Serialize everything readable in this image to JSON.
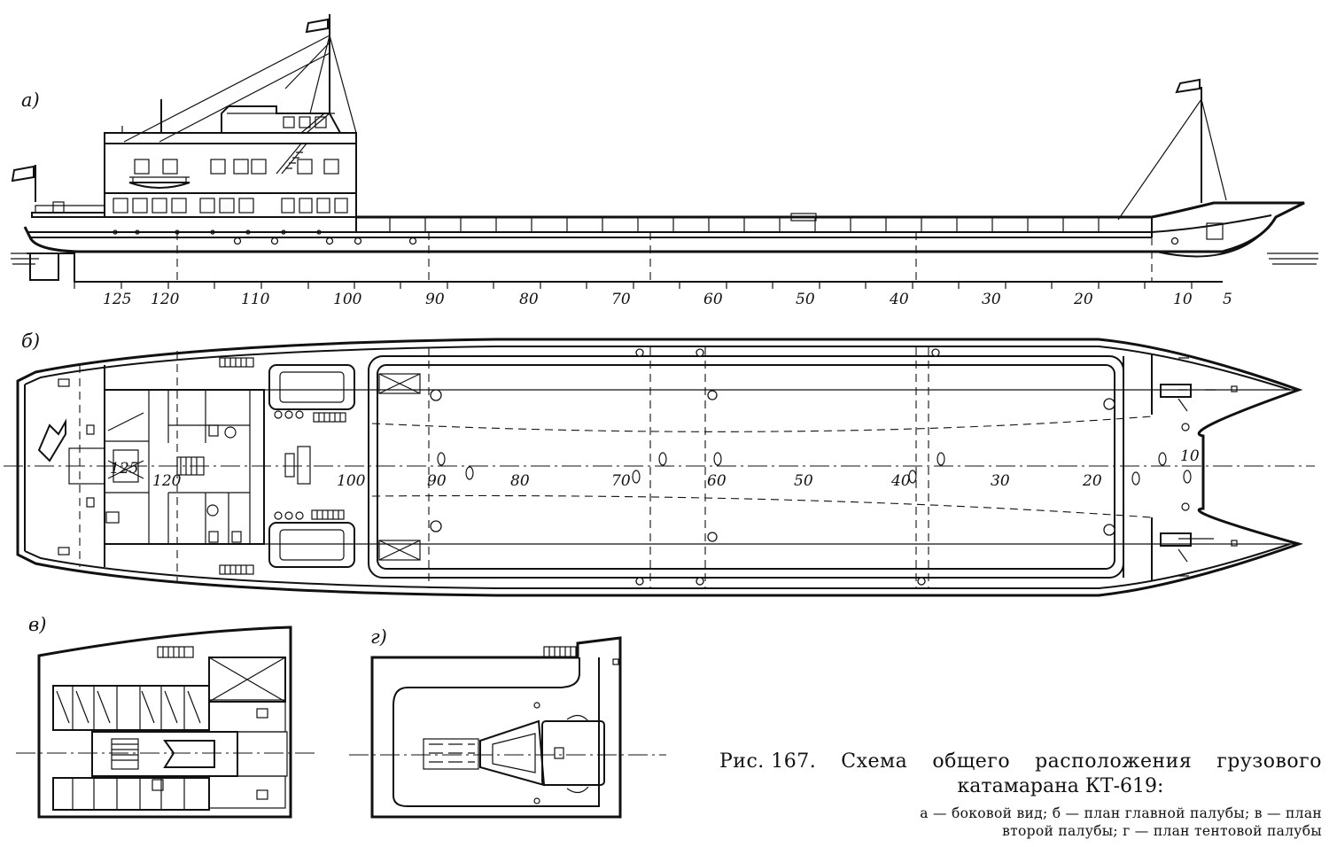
{
  "figure": {
    "caption_number": "Рис. 167.",
    "caption_words": [
      "Схема",
      "общего",
      "расположения",
      "грузового"
    ],
    "caption_line2": "катамарана КТ-619:",
    "legend_line1": "а — боковой вид;  б — план главной палубы;  в — план",
    "legend_line2": "второй палубы; г — план тентовой палубы"
  },
  "views": {
    "side": {
      "label": "а)"
    },
    "main_deck": {
      "label": "б)"
    },
    "second_deck": {
      "label": "в)"
    },
    "awning_deck": {
      "label": "г)"
    }
  },
  "frame_scale_side": [
    "125",
    "120",
    "110",
    "100",
    "90",
    "80",
    "70",
    "60",
    "50",
    "40",
    "30",
    "20",
    "10",
    "5"
  ],
  "frame_scale_plan": [
    "125",
    "120",
    "100",
    "90",
    "80",
    "70",
    "60",
    "50",
    "40",
    "30",
    "20",
    "10"
  ]
}
